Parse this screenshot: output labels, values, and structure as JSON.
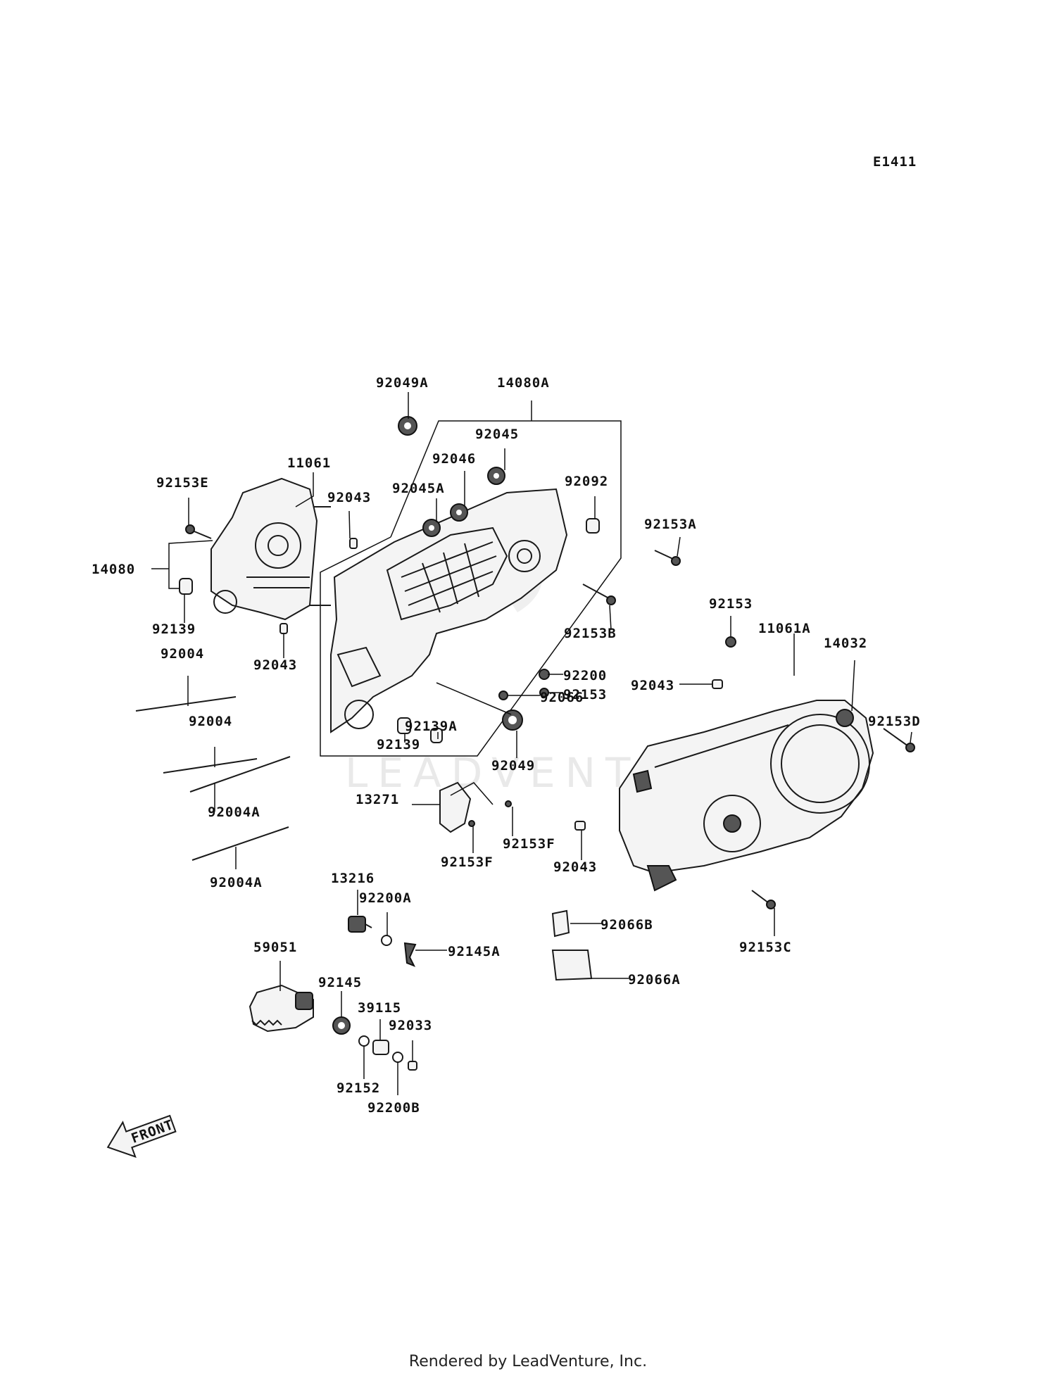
{
  "diagram_code": "E1411",
  "watermark": "LEADVENTURE",
  "front_label": "FRONT",
  "footer": "Rendered by LeadVenture, Inc.",
  "labels": {
    "l_92049A": "92049A",
    "l_14080A": "14080A",
    "l_92045": "92045",
    "l_92046": "92046",
    "l_92045A": "92045A",
    "l_92092": "92092",
    "l_11061": "11061",
    "l_92043_a": "92043",
    "l_92153E": "92153E",
    "l_14080": "14080",
    "l_92139_a": "92139",
    "l_92043_b": "92043",
    "l_92004_a": "92004",
    "l_92153A": "92153A",
    "l_92153B": "92153B",
    "l_92153_a": "92153",
    "l_11061A": "11061A",
    "l_14032": "14032",
    "l_92200": "92200",
    "l_92153_b": "92153",
    "l_92066": "92066",
    "l_92043_c": "92043",
    "l_92153D": "92153D",
    "l_92139A": "92139A",
    "l_92139_b": "92139",
    "l_92049": "92049",
    "l_92004_b": "92004",
    "l_92004A_a": "92004A",
    "l_13271": "13271",
    "l_92153F_a": "92153F",
    "l_92153F_b": "92153F",
    "l_92043_d": "92043",
    "l_92004A_b": "92004A",
    "l_13216": "13216",
    "l_92200A": "92200A",
    "l_92066B": "92066B",
    "l_92145A": "92145A",
    "l_92153C": "92153C",
    "l_59051": "59051",
    "l_92145": "92145",
    "l_92066A": "92066A",
    "l_39115": "39115",
    "l_92033": "92033",
    "l_92152": "92152",
    "l_92200B": "92200B"
  }
}
